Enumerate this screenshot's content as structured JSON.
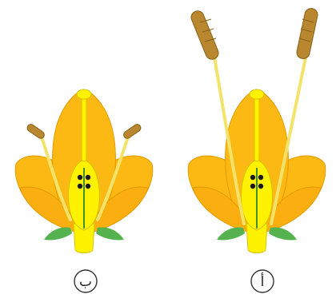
{
  "figures": [
    {
      "id": "left",
      "label": "ب",
      "stamens": "short"
    },
    {
      "id": "right",
      "label": "أ",
      "stamens": "long"
    }
  ],
  "colors": {
    "petal": "#FDB913",
    "petal_edge": "#E39A00",
    "inner": "#FFF200",
    "inner_edge": "#D8C200",
    "filament": "#F4E36A",
    "anther": "#B8872F",
    "anther_edge": "#8A6116",
    "midrib": "#3F8F2C",
    "ovule": "#1A1A1A",
    "sepal": "#55B24F"
  }
}
